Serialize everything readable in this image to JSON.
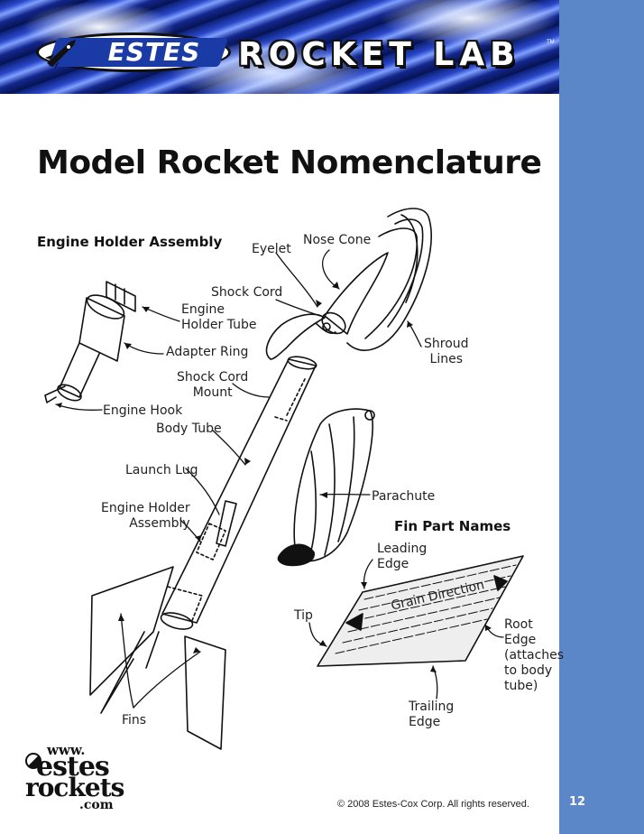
{
  "header": {
    "brand": "ESTES",
    "title": "ROCKET LAB",
    "tm": "TM"
  },
  "page": {
    "title": "Model Rocket Nomenclature",
    "number": "12"
  },
  "sections": {
    "engine_holder_assembly": "Engine Holder Assembly",
    "fin_part_names": "Fin Part Names"
  },
  "labels": {
    "nose_cone": "Nose Cone",
    "eyelet": "Eyelet",
    "shock_cord": "Shock Cord",
    "engine_holder_tube": [
      "Engine",
      "Holder Tube"
    ],
    "adapter_ring": "Adapter Ring",
    "shroud_lines": [
      "Shroud",
      "Lines"
    ],
    "shock_cord_mount": [
      "Shock Cord",
      "Mount"
    ],
    "engine_hook": "Engine Hook",
    "body_tube": "Body Tube",
    "launch_lug": "Launch Lug",
    "engine_holder_assembly": [
      "Engine Holder",
      "Assembly"
    ],
    "parachute": "Parachute",
    "fins": "Fins",
    "leading_edge": [
      "Leading",
      "Edge"
    ],
    "tip": "Tip",
    "root_edge": [
      "Root",
      "Edge",
      "(attaches",
      "to body",
      "tube)"
    ],
    "trailing_edge": [
      "Trailing",
      "Edge"
    ],
    "grain_direction": "Grain Direction"
  },
  "footer": {
    "site_logo": {
      "www": "www.",
      "estes": "estes",
      "rockets": "rockets",
      "com": ".com"
    },
    "copyright": "© 2008 Estes-Cox Corp. All rights reserved."
  },
  "colors": {
    "sidebar": "#5b86c7",
    "header_blue": "#1a3aa5"
  }
}
